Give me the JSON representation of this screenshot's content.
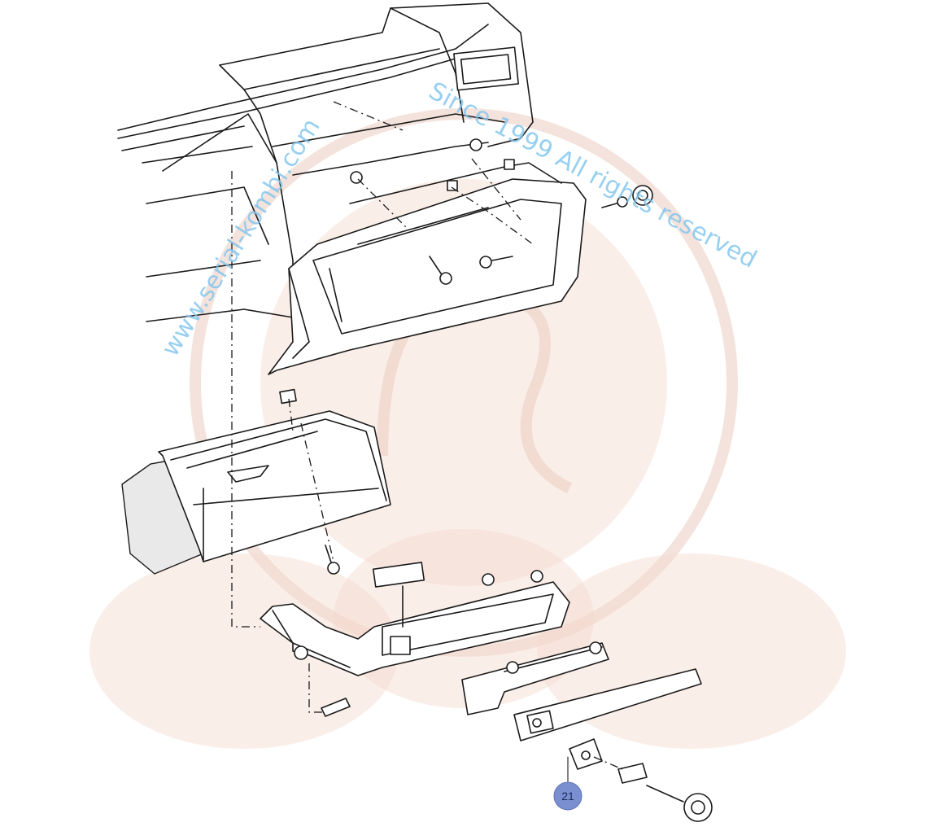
{
  "watermark": {
    "site_text": "www.serial-kombi.com",
    "rights_text": "Since 1999 All rights reserved"
  },
  "callout": {
    "number": "21",
    "color": "#7a8fd0"
  },
  "colors": {
    "line": "#1a1a1a",
    "watermark_text": "#7fc4ee",
    "watermark_emblem": "#f3d9cf"
  }
}
